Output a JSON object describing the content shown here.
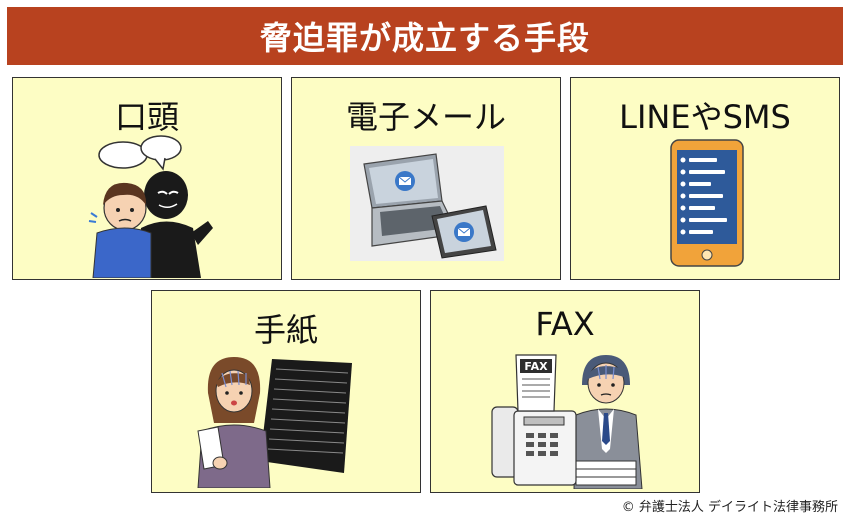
{
  "title": "脅迫罪が成立する手段",
  "cards": [
    {
      "label": "口頭"
    },
    {
      "label": "電子メール"
    },
    {
      "label": "LINEやSMS"
    },
    {
      "label": "手紙"
    },
    {
      "label": "FAX"
    }
  ],
  "fax_sheet_text": "FAX",
  "footer": "© 弁護士法人 デイライト法律事務所"
}
